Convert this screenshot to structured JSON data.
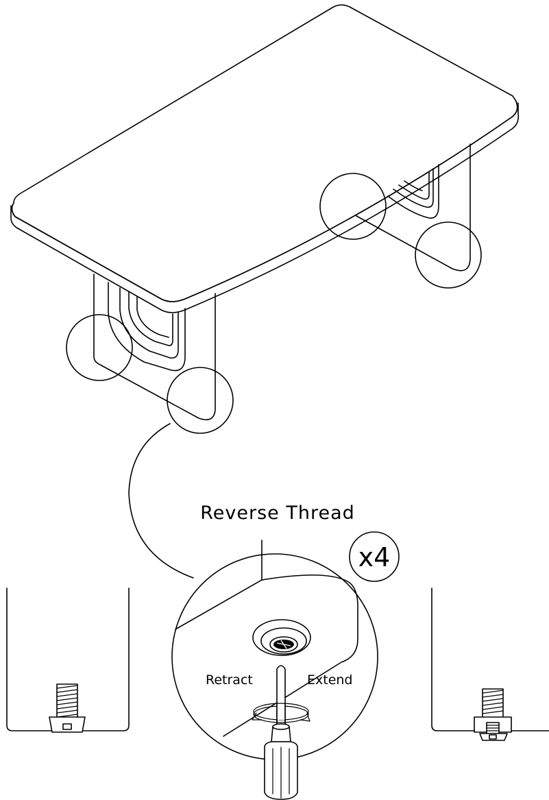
{
  "labels": {
    "heading": "Reverse Thread",
    "retract": "Retract",
    "extend": "Extend",
    "quantity": "x4"
  },
  "colors": {
    "line": "#000000",
    "background": "#ffffff"
  }
}
